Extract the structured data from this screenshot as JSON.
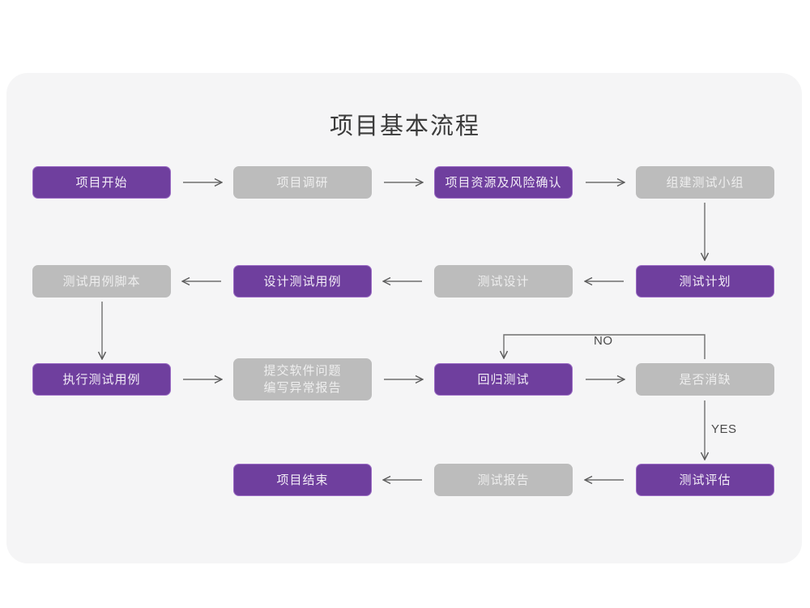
{
  "diagram": {
    "title": "项目基本流程",
    "background_color": "#ffffff",
    "panel_color": "#f5f5f6",
    "accent_purple": "#6f3f9e",
    "accent_gray": "#bcbcbc",
    "nodes": [
      {
        "id": "n1",
        "label": "项目开始",
        "style": "purple",
        "row": 1,
        "col": 1
      },
      {
        "id": "n2",
        "label": "项目调研",
        "style": "gray",
        "row": 1,
        "col": 2
      },
      {
        "id": "n3",
        "label": "项目资源及风险确认",
        "style": "purple",
        "row": 1,
        "col": 3
      },
      {
        "id": "n4",
        "label": "组建测试小组",
        "style": "gray",
        "row": 1,
        "col": 4
      },
      {
        "id": "n5",
        "label": "测试用例脚本",
        "style": "gray",
        "row": 2,
        "col": 1
      },
      {
        "id": "n6",
        "label": "设计测试用例",
        "style": "purple",
        "row": 2,
        "col": 2
      },
      {
        "id": "n7",
        "label": "测试设计",
        "style": "gray",
        "row": 2,
        "col": 3
      },
      {
        "id": "n8",
        "label": "测试计划",
        "style": "purple",
        "row": 2,
        "col": 4
      },
      {
        "id": "n9",
        "label": "执行测试用例",
        "style": "purple",
        "row": 3,
        "col": 1
      },
      {
        "id": "n10",
        "label": "提交软件问题\n编写异常报告",
        "style": "gray",
        "row": 3,
        "col": 2
      },
      {
        "id": "n11",
        "label": "回归测试",
        "style": "purple",
        "row": 3,
        "col": 3
      },
      {
        "id": "n12",
        "label": "是否消缺",
        "style": "gray",
        "row": 3,
        "col": 4
      },
      {
        "id": "n13",
        "label": "项目结束",
        "style": "purple",
        "row": 4,
        "col": 2
      },
      {
        "id": "n14",
        "label": "测试报告",
        "style": "gray",
        "row": 4,
        "col": 3
      },
      {
        "id": "n15",
        "label": "测试评估",
        "style": "purple",
        "row": 4,
        "col": 4
      }
    ],
    "edge_labels": {
      "no": "NO",
      "yes": "YES"
    },
    "edges": [
      {
        "from": "n1",
        "to": "n2",
        "dir": "right"
      },
      {
        "from": "n2",
        "to": "n3",
        "dir": "right"
      },
      {
        "from": "n3",
        "to": "n4",
        "dir": "right"
      },
      {
        "from": "n4",
        "to": "n8",
        "dir": "down"
      },
      {
        "from": "n8",
        "to": "n7",
        "dir": "left"
      },
      {
        "from": "n7",
        "to": "n6",
        "dir": "left"
      },
      {
        "from": "n6",
        "to": "n5",
        "dir": "left"
      },
      {
        "from": "n5",
        "to": "n9",
        "dir": "down"
      },
      {
        "from": "n9",
        "to": "n10",
        "dir": "right"
      },
      {
        "from": "n10",
        "to": "n11",
        "dir": "right"
      },
      {
        "from": "n11",
        "to": "n12",
        "dir": "right"
      },
      {
        "from": "n12",
        "to": "n11",
        "dir": "loop-up",
        "label": "NO"
      },
      {
        "from": "n12",
        "to": "n15",
        "dir": "down",
        "label": "YES"
      },
      {
        "from": "n15",
        "to": "n14",
        "dir": "left"
      },
      {
        "from": "n14",
        "to": "n13",
        "dir": "left"
      }
    ]
  }
}
